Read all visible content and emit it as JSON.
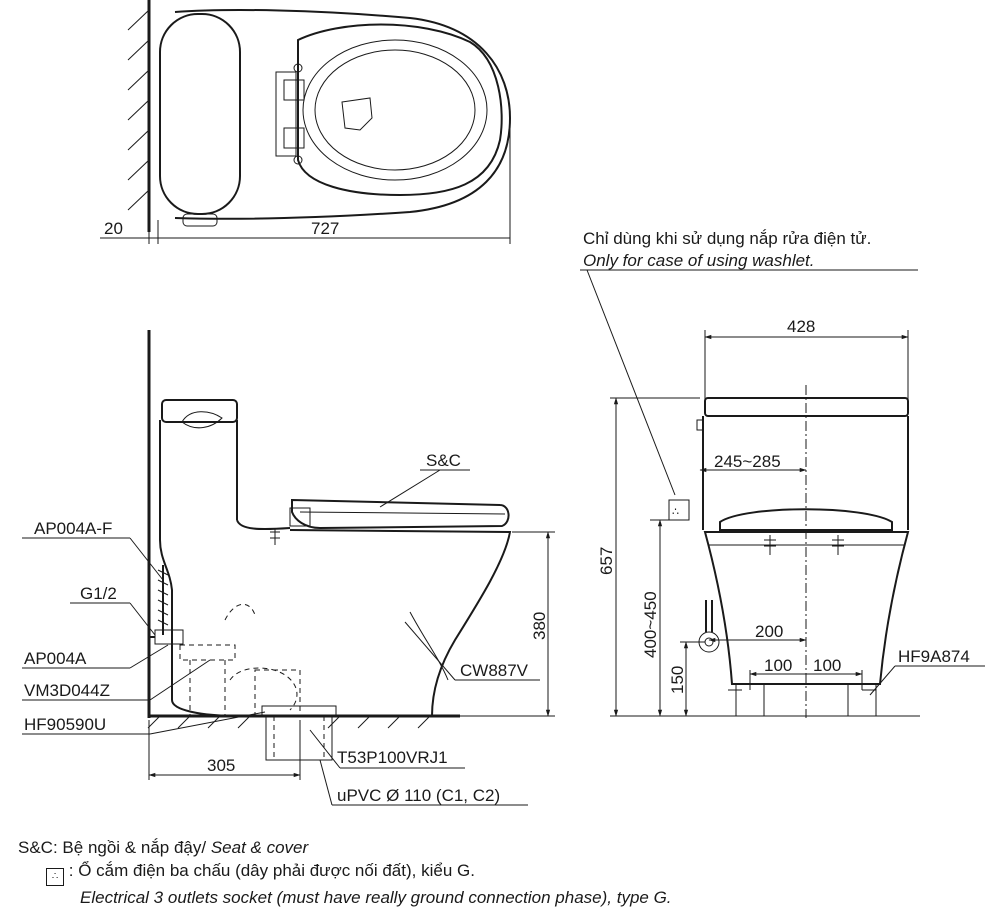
{
  "top_view": {
    "dim_wall_gap": "20",
    "dim_length": "727"
  },
  "side_view": {
    "labels": {
      "seat_cover": "S&C",
      "supply_hose": "AP004A-F",
      "thread": "G1/2",
      "stop_valve": "AP004A",
      "drain_adapter": "VM3D044Z",
      "flange": "HF90590U",
      "bowl": "CW887V",
      "drain_pipe": "T53P100VRJ1",
      "pipe_spec": "uPVC Ø 110 (C1, C2)"
    },
    "dim_rough_in": "305",
    "dim_seat_height": "380"
  },
  "front_view": {
    "note_vi": "Chỉ dùng khi sử dụng nắp rửa điện tử.",
    "note_en": "Only for case of using washlet.",
    "dim_width": "428",
    "dim_bolt_spacing": "245~285",
    "dim_height": "657",
    "dim_socket_height": "400~450",
    "dim_inlet_height": "150",
    "dim_half_width": "200",
    "dim_left": "100",
    "dim_right": "100",
    "fixing_kit": "HF9A874"
  },
  "legend": {
    "sc_abbr": "S&C:",
    "sc_vi": "Bệ ngồi & nắp đậy/",
    "sc_en": "Seat & cover",
    "socket_colon": ":",
    "socket_vi": "Ổ cắm điện ba chấu (dây phải được nối đất), kiểu G.",
    "socket_en": "Electrical 3 outlets socket (must have really ground connection phase), type G."
  }
}
